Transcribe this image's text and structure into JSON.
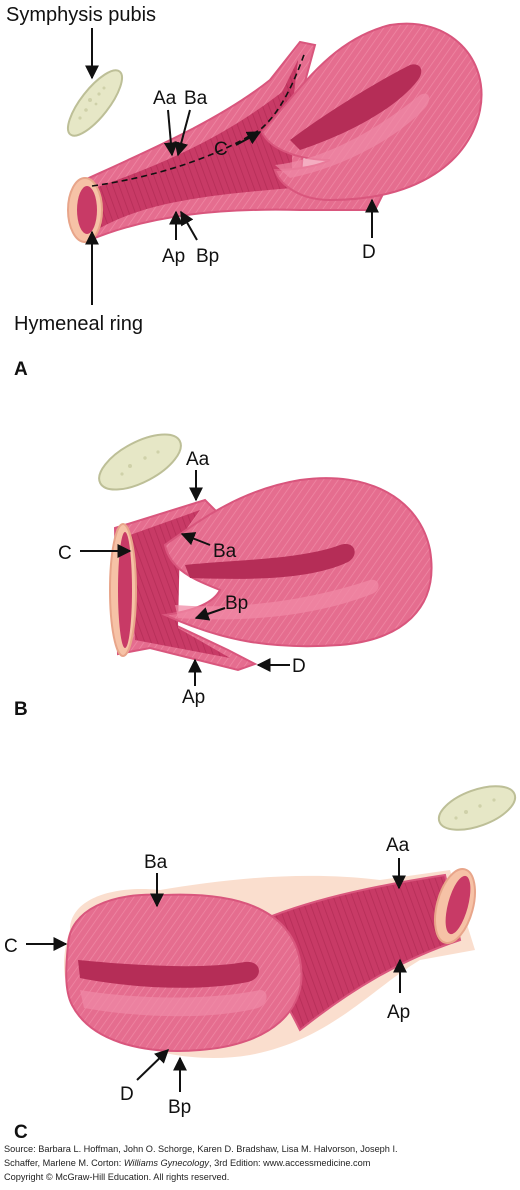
{
  "colors": {
    "tissue": "#e56d8f",
    "tissue_light": "#f2a3b6",
    "lumen": "#c83a66",
    "rim": "#f6c2a6",
    "bone": "#e6e7c6",
    "bone_stroke": "#bdbf97",
    "line": "#111111"
  },
  "panel_a": {
    "label": "A",
    "symphysis": "Symphysis pubis",
    "hymeneal": "Hymeneal ring",
    "aa": "Aa",
    "ba": "Ba",
    "c": "C",
    "ap": "Ap",
    "bp": "Bp",
    "d": "D"
  },
  "panel_b": {
    "label": "B",
    "aa": "Aa",
    "c": "C",
    "ba": "Ba",
    "bp": "Bp",
    "d": "D",
    "ap": "Ap"
  },
  "panel_c": {
    "label": "C",
    "ba": "Ba",
    "aa": "Aa",
    "c": "C",
    "ap": "Ap",
    "d": "D",
    "bp": "Bp"
  },
  "footer": {
    "line1": "Source: Barbara L. Hoffman, John O. Schorge, Karen D. Bradshaw, Lisa M. Halvorson, Joseph I.",
    "line2_pre": "Schaffer, Marlene M. Corton: ",
    "line2_title": "Williams Gynecology",
    "line2_post": ", 3rd Edition: www.accessmedicine.com",
    "line3": "Copyright © McGraw-Hill Education. All rights reserved."
  }
}
